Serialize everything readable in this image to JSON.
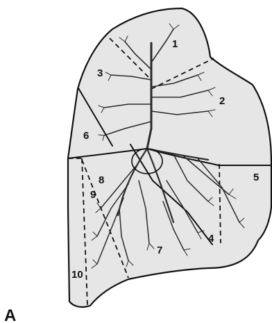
{
  "figure": {
    "panel_label": "A",
    "segment_labels": [
      "1",
      "2",
      "3",
      "4",
      "5",
      "6",
      "7",
      "8",
      "9",
      "10"
    ]
  },
  "colors": {
    "lung_fill": "#e6e6e6",
    "outline": "#111111",
    "bronchi": "#2a2a2a",
    "background": "#ffffff"
  }
}
